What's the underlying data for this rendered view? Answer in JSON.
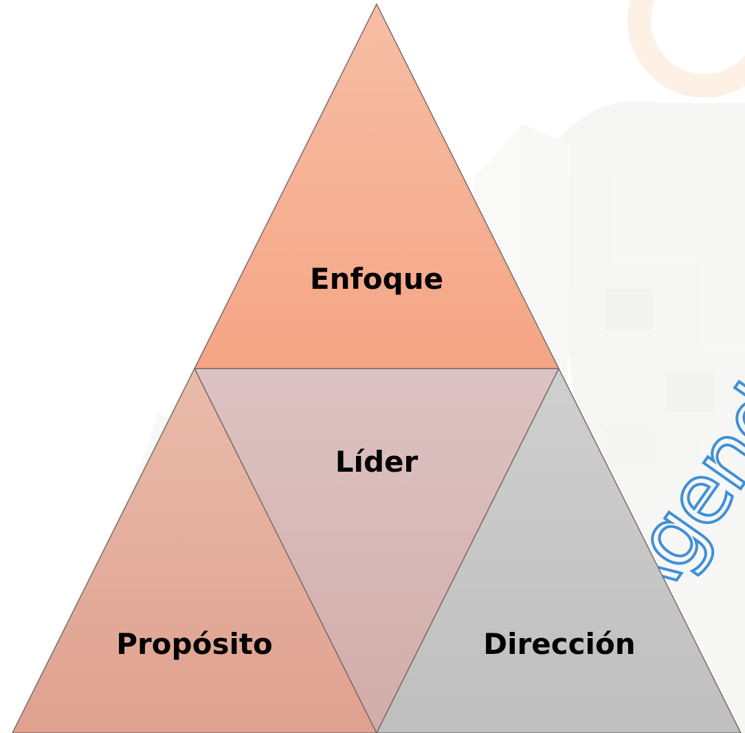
{
  "diagram": {
    "type": "segmented-triangle",
    "segments": [
      {
        "key": "top",
        "label": "Enfoque",
        "color_top": "#f7bea5",
        "color_bottom": "#f5a585"
      },
      {
        "key": "center",
        "label": "Líder",
        "color_top": "#dcc3c3",
        "color_bottom": "#d2aca9"
      },
      {
        "key": "bottom_left",
        "label": "Propósito",
        "color_top": "#e9bbab",
        "color_bottom": "#e0a18f"
      },
      {
        "key": "bottom_right",
        "label": "Dirección",
        "color_top": "#cfcfcf",
        "color_bottom": "#bfbfbf"
      }
    ],
    "outline_color": "#7a6a66",
    "watermark": {
      "text": "Agenda",
      "color": "#3f8fd8"
    }
  }
}
